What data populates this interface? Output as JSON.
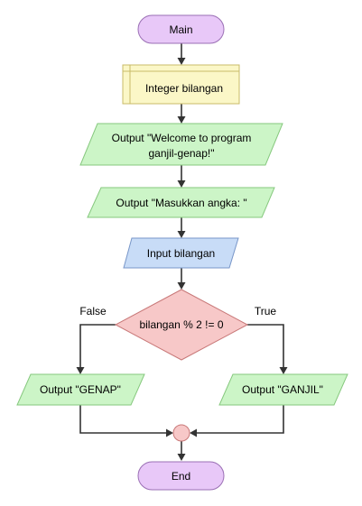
{
  "flowchart": {
    "start": {
      "label": "Main"
    },
    "declare": {
      "label": "Integer bilangan"
    },
    "output_welcome": {
      "line1": "Output \"Welcome to program",
      "line2": "ganjil-genap!\""
    },
    "output_prompt": {
      "label": "Output \"Masukkan angka: \""
    },
    "input": {
      "label": "Input bilangan"
    },
    "decision": {
      "label": "bilangan % 2 != 0",
      "false_label": "False",
      "true_label": "True"
    },
    "output_genap": {
      "label": "Output \"GENAP\""
    },
    "output_ganjil": {
      "label": "Output \"GANJIL\""
    },
    "end": {
      "label": "End"
    }
  },
  "colors": {
    "terminal_fill": "#e8c8f8",
    "terminal_stroke": "#9a6fb4",
    "declare_fill": "#fbf7c7",
    "declare_stroke": "#c8bb68",
    "output_fill": "#ccf5c7",
    "output_stroke": "#86c87e",
    "input_fill": "#c8dcf7",
    "input_stroke": "#7896c8",
    "decision_fill": "#f7c8c8",
    "decision_stroke": "#c87878",
    "connector_fill": "#f7c8c8",
    "connector_stroke": "#c87878",
    "edge": "#333333"
  }
}
